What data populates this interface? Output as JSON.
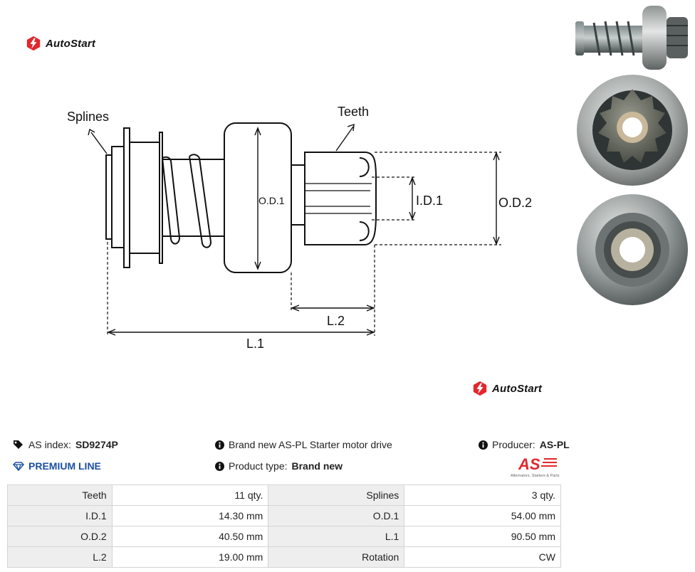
{
  "brand": {
    "name": "AutoStart"
  },
  "diagram": {
    "labels": {
      "splines": "Splines",
      "teeth": "Teeth",
      "od1": "O.D.1",
      "id1": "I.D.1",
      "od2": "O.D.2",
      "l2": "L.2",
      "l1": "L.1"
    }
  },
  "photos": [
    "side-view",
    "front-pinion-view",
    "rear-view"
  ],
  "info": {
    "as_index_label": "AS index:",
    "as_index_value": "SD9274P",
    "description": "Brand new AS-PL Starter motor drive",
    "producer_label": "Producer:",
    "producer_value": "AS-PL",
    "premium_line": "PREMIUM LINE",
    "product_type_label": "Product type:",
    "product_type_value": "Brand new",
    "as_logo_text": "AS",
    "as_logo_tagline": "Alternators, Starters & Parts"
  },
  "specs": {
    "rows": [
      [
        "Teeth",
        "11 qty.",
        "Splines",
        "3 qty."
      ],
      [
        "I.D.1",
        "14.30 mm",
        "O.D.1",
        "54.00 mm"
      ],
      [
        "O.D.2",
        "40.50 mm",
        "L.1",
        "90.50 mm"
      ],
      [
        "L.2",
        "19.00 mm",
        "Rotation",
        "CW"
      ]
    ]
  },
  "colors": {
    "brand_red": "#e3262c",
    "premium_blue": "#1d4fa3"
  }
}
